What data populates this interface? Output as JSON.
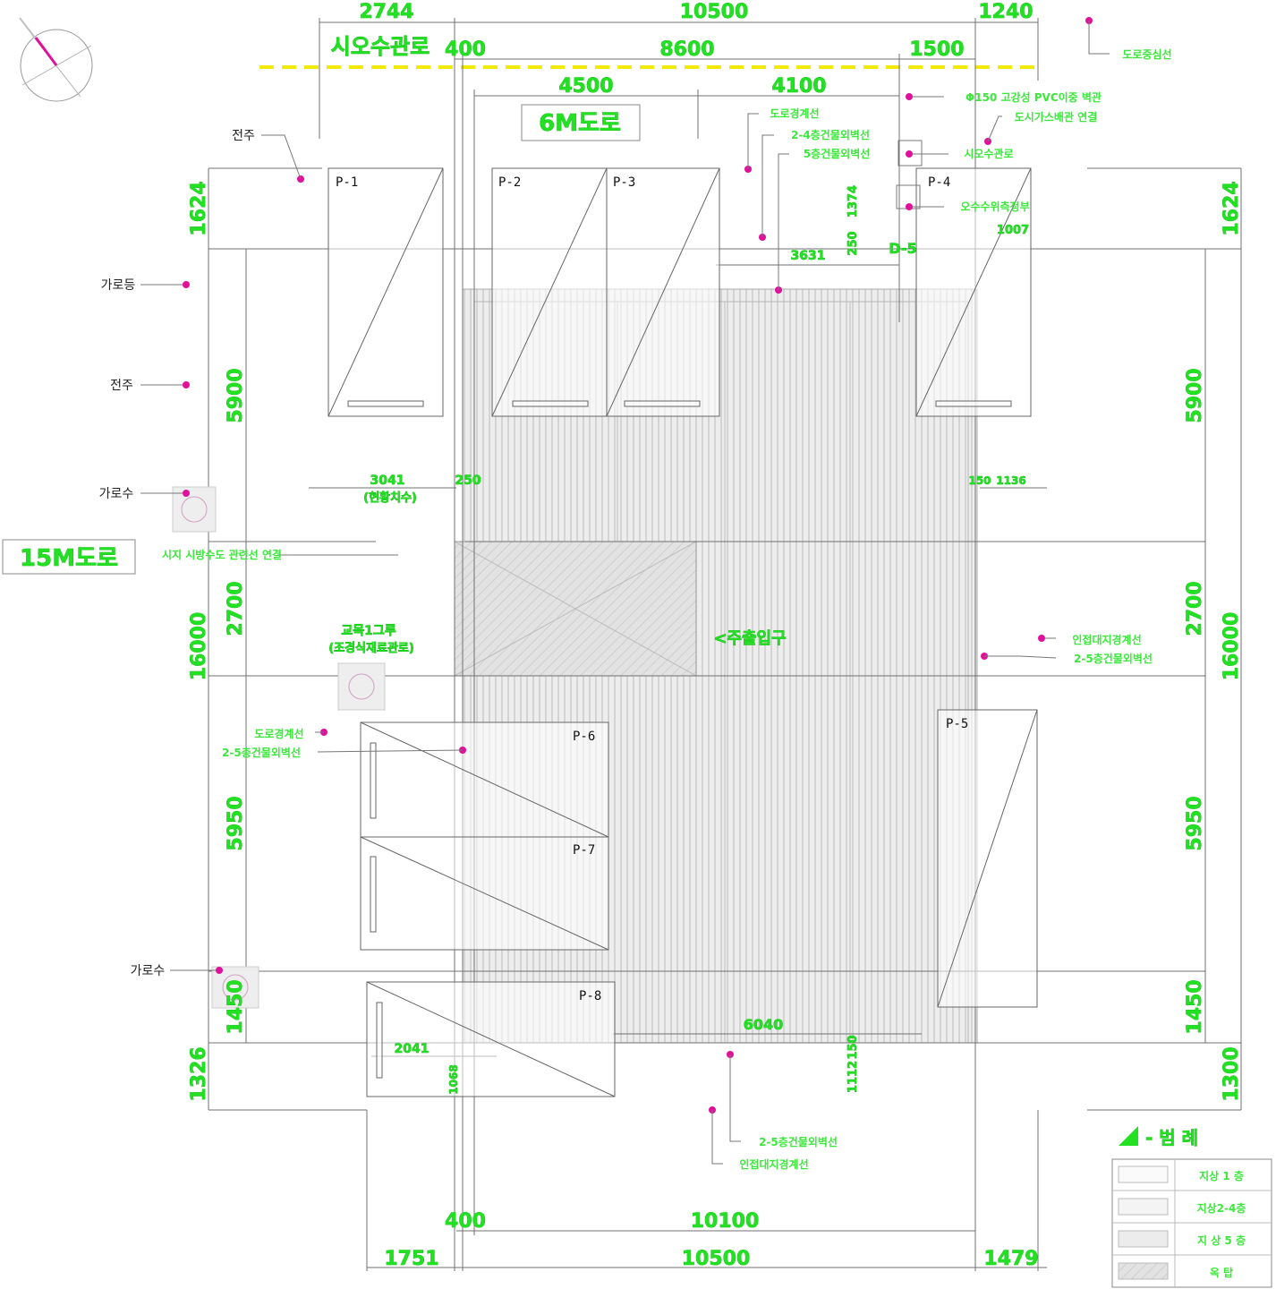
{
  "title": "",
  "roads": {
    "road_6m": "6M도로",
    "road_15m": "15M도로",
    "water_pipe": "시오수관로"
  },
  "dimensions": {
    "top_row1": [
      "2744",
      "10500",
      "1240"
    ],
    "top_row2": [
      "400",
      "8600",
      "1500"
    ],
    "top_row3": [
      "4500",
      "4100"
    ],
    "bottom_row1": [
      "400",
      "10100"
    ],
    "bottom_row2": [
      "1751",
      "10500",
      "1479"
    ],
    "left_total": "16000",
    "left_segments": [
      "1624",
      "5900",
      "2700",
      "5950",
      "1450",
      "1326"
    ],
    "right_total": "16000",
    "right_segments": [
      "1624",
      "5900",
      "2700",
      "5950",
      "1450",
      "1300"
    ],
    "misc": [
      "1374",
      "250",
      "3631",
      "1007",
      "3041",
      "(현황치수)",
      "250",
      "150",
      "1136",
      "6040",
      "2041",
      "1068",
      "1112",
      "150"
    ]
  },
  "parking": [
    "P-1",
    "P-2",
    "P-3",
    "P-4",
    "P-5",
    "P-6",
    "P-7",
    "P-8"
  ],
  "labels": {
    "d5": "D-5",
    "entrance": "<주출입구",
    "green": "교목1그루",
    "green_sub": "(조경식재료관로)",
    "left_notes": [
      "전주",
      "가로등",
      "전주",
      "가로수",
      "가로수"
    ],
    "left_note_misc": "시지 시방수도 관련선 연결",
    "road_boundary": "도로경계선",
    "road_boundary_2": "2-5층건물외벽선",
    "top_notes": [
      "도로경계선",
      "2-4층건물외벽선",
      "5층건물외벽선"
    ],
    "right_top_notes": [
      "도로중심선",
      "Φ150 고강성 PVC이중 벽관",
      "도시가스배관 연결",
      "시오수관로",
      "오수수위측정부"
    ],
    "right_mid_notes": [
      "인접대지경계선",
      "2-5층건물외벽선"
    ],
    "bottom_notes": [
      "2-5층건물외벽선",
      "인접대지경계선"
    ]
  },
  "legend": {
    "title": "- 범 례",
    "items": [
      "지상 1 층",
      "지상2-4층",
      "지 상 5 층",
      "옥 탑"
    ]
  },
  "colors": {
    "dimension": "#22e022",
    "marker": "#e0109a",
    "road_center": "#f2ea00",
    "line": "#6a6a6a"
  }
}
